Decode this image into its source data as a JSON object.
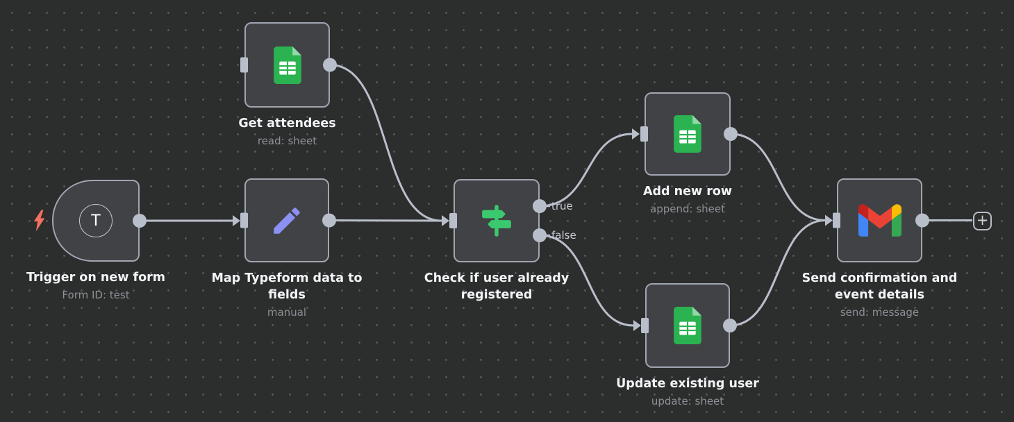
{
  "workflow": {
    "nodes": [
      {
        "title": "Trigger on new form",
        "subtitle": "Form ID: test",
        "icon": "typeform-trigger"
      },
      {
        "title": "Get attendees",
        "subtitle": "read: sheet",
        "icon": "google-sheets"
      },
      {
        "title": "Map Typeform data to fields",
        "subtitle": "manual",
        "icon": "pencil"
      },
      {
        "title": "Check if user already registered",
        "icon": "switch-signpost"
      },
      {
        "title": "Add new row",
        "subtitle": "append: sheet",
        "icon": "google-sheets"
      },
      {
        "title": "Update existing user",
        "subtitle": "update: sheet",
        "icon": "google-sheets"
      },
      {
        "title": "Send confirmation and event details",
        "subtitle": "send: message",
        "icon": "gmail"
      }
    ],
    "branch_labels": {
      "true_label": "true",
      "false_label": "false"
    },
    "typeform_letter": "T",
    "add_button_label": "+"
  },
  "colors": {
    "canvas_background": "#2c2d2d",
    "grid_dot": "#5b5c5e",
    "node_fill": "#414245",
    "node_border": "#a0a6b1",
    "connector": "#b9bfca",
    "title_text": "#f2f4f7",
    "subtitle_text": "#8d9196",
    "trigger_bolt": "#f2705f",
    "sheets_green": "#2bb351",
    "sheets_fold": "#93d9a8",
    "pencil_purple": "#8b90f2",
    "switch_green": "#3bc96f",
    "gmail_red": "#ea4335",
    "gmail_blue": "#4285f4",
    "gmail_green": "#34a853",
    "gmail_yellow": "#fbbc04"
  }
}
